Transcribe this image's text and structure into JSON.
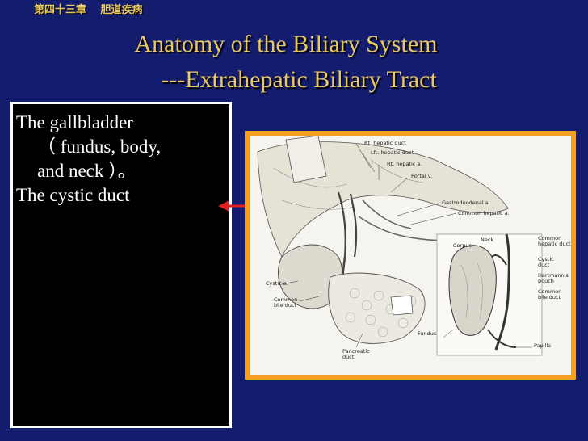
{
  "header": {
    "chapter_label": "第四十三章　 胆道疾病",
    "title_line1": "Anatomy of the Biliary System",
    "title_line2": "---Extrahepatic Biliary Tract"
  },
  "text_panel": {
    "line1": "The gallbladder",
    "line2": "（ fundus, body,",
    "line3": "and neck ）。",
    "line4": "The cystic duct"
  },
  "figure": {
    "labels": {
      "rt_hepatic_duct": "Rt. hepatic duct",
      "lft_hepatic_duct": "Lft. hepatic duct",
      "rt_hepatic_a": "Rt. hepatic a.",
      "portal_v": "Portal v.",
      "gastroduodenal_a": "Gastroduodenal a.",
      "common_hepatic_a": "Common hepatic a.",
      "neck": "Neck",
      "common_hepatic_duct": "Common\nhepatic duct",
      "corpus": "Corpus",
      "cystic_duct": "Cystic\nduct",
      "hartmanns_pouch": "Hartmann's\npouch",
      "common_bile_duct_right": "Common\nbile duct",
      "cystic_a": "Cystic a.",
      "common_bile_duct_left": "Common\nbile duct",
      "fundus": "Fundus",
      "pancreatic_duct": "Pancreatic\nduct",
      "papilla": "Papilla"
    }
  },
  "colors": {
    "background": "#141c6e",
    "title": "#e8c860",
    "arrow": "#e02020",
    "figure_frame": "#f5a020"
  }
}
